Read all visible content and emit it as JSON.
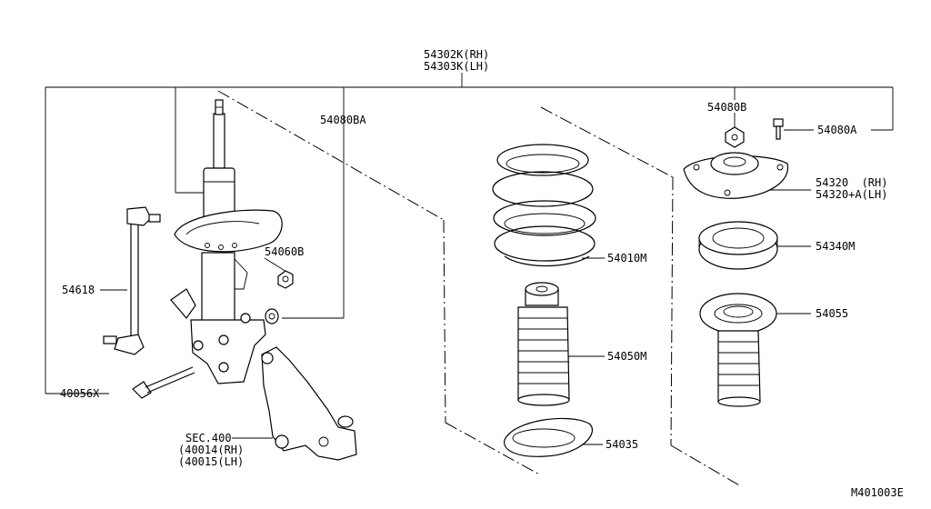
{
  "diagram": {
    "callouts": {
      "strut_assembly_rh": "54302K(RH)",
      "strut_assembly_lh": "54303K(LH)",
      "nut_lower": "54080BA",
      "nut_top": "54080B",
      "bolt_top": "54080A",
      "mounting_insulator_rh": "54320  (RH)",
      "mounting_insulator_lh": "54320+A(LH)",
      "bearing": "54340M",
      "spring": "54010M",
      "nut_stabilizer": "54060B",
      "stabilizer_link": "54618",
      "bound_bumper": "54050M",
      "bound_bumper_cover": "54055",
      "spring_seat_lower": "54035",
      "knuckle_bolt": "40056X",
      "section_ref": "SEC.400",
      "knuckle_rh": "(40014(RH)",
      "knuckle_lh": "(40015(LH)"
    },
    "diagram_id": "M401003E"
  }
}
